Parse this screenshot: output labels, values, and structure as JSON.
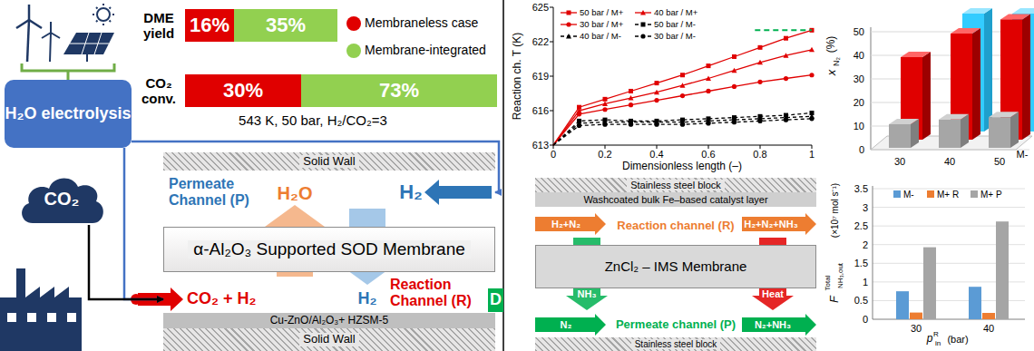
{
  "diagram": {
    "nodes": [
      {
        "text": [
          "H₂O electrolysis"
        ]
      },
      {
        "text": [
          "CO₂"
        ]
      },
      {
        "text": [
          "Solid Wall"
        ]
      },
      {
        "text": [
          "Permeate Channel (P)"
        ]
      },
      {
        "text": [
          "α-Al₂O₃ Supported SOD Membrane"
        ]
      },
      {
        "text": [
          "Reaction Channel (R)"
        ]
      },
      {
        "text": [
          "Cu-ZnO/Al₂O₃+ HZSM-5"
        ]
      },
      {
        "text": [
          "Solid Wall"
        ]
      },
      {
        "text": [
          "Stainless steel block"
        ]
      },
      {
        "text": [
          "Washcoated bulk Fe–based catalyst layer"
        ]
      },
      {
        "text": [
          "Reaction channel (R)"
        ]
      },
      {
        "text": [
          "ZnCl₂ – IMS Membrane"
        ]
      },
      {
        "text": [
          "Permeate channel (P)"
        ]
      },
      {
        "text": [
          "Stainless steel block"
        ]
      }
    ],
    "edges": [
      {
        "from": 0,
        "to": 3,
        "arrow": "to"
      },
      {
        "from": 0,
        "to": 5,
        "arrow": "to"
      },
      {
        "from": 1,
        "to": 5,
        "arrow": "to"
      }
    ],
    "labels": [
      "DME yield",
      "16%",
      "35%",
      "CO₂ conv.",
      "30%",
      "73%",
      "543 K, 50 bar, H₂/CO₂=3",
      "H₂O",
      "H₂",
      "H₂",
      "CO₂ + H₂",
      "D",
      "Reaction ch. T (K)",
      "613",
      "616",
      "619",
      "622",
      "625",
      "0",
      "0.2",
      "0.4",
      "0.6",
      "0.8",
      "1",
      "Dimensionless length (–)",
      "H₂+N₂",
      "H₂+N₂+NH₃",
      "NH₃",
      "Heat",
      "N₂",
      "N₂+NH₃",
      "x",
      "N₂",
      "(%)",
      "0",
      "10",
      "20",
      "30",
      "40",
      "50",
      "30",
      "40",
      "50",
      "M-",
      "F",
      "Total",
      "NH₃,out",
      "(×10⁷ mol s⁻¹)",
      "0",
      "0.5",
      "1",
      "1.5",
      "2",
      "2.5",
      "3",
      "3.5",
      "30",
      "40",
      "p",
      "R",
      "in",
      "(bar)"
    ],
    "legend": [
      {
        "text": "Membraneless case",
        "color": "#e00000"
      },
      {
        "text": "Membrane-integrated",
        "color": "#92d050"
      },
      {
        "text": "50 bar / M+"
      },
      {
        "text": "40 bar / M+"
      },
      {
        "text": "30 bar / M+"
      },
      {
        "text": "50 bar / M-"
      },
      {
        "text": "40 bar / M-"
      },
      {
        "text": "30 bar / M-"
      },
      {
        "text": "M-",
        "color": "#5b9bd5"
      },
      {
        "text": "M+ R",
        "color": "#ed7d31"
      },
      {
        "text": "M+ P",
        "color": "#a5a5a5"
      }
    ]
  }
}
